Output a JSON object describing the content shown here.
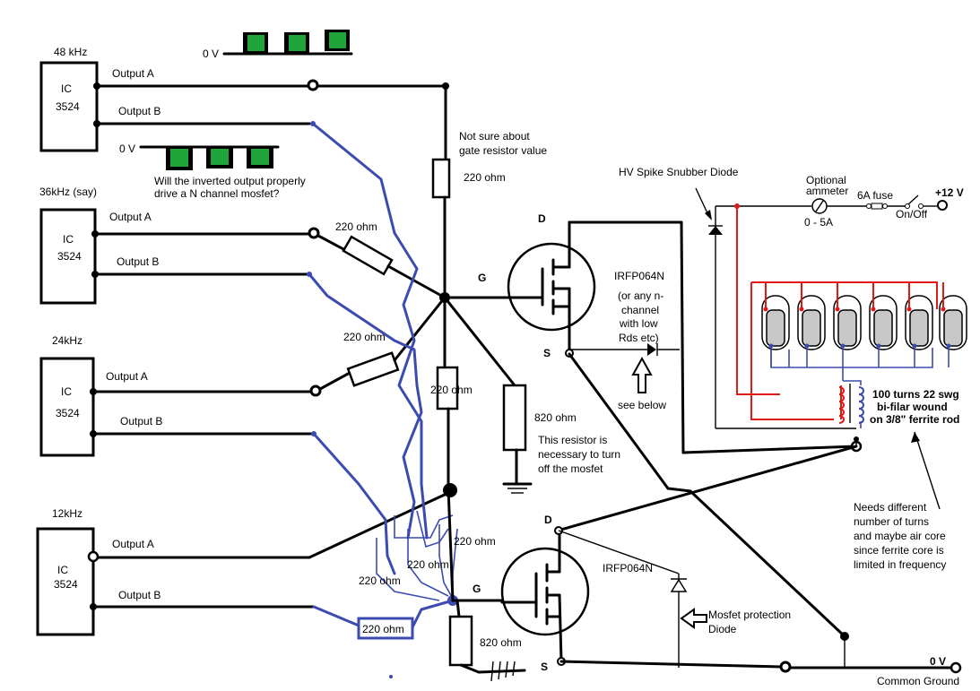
{
  "ics": [
    {
      "freq": "48 kHz",
      "name_line1": "IC",
      "name_line2": "3524",
      "out_a": "Output A",
      "out_b": "Output B"
    },
    {
      "freq": "36kHz (say)",
      "name_line1": "IC",
      "name_line2": "3524",
      "out_a": "Output A",
      "out_b": "Output B"
    },
    {
      "freq": "24kHz",
      "name_line1": "IC",
      "name_line2": "3524",
      "out_a": "Output A",
      "out_b": "Output B"
    },
    {
      "freq": "12kHz",
      "name_line1": "IC",
      "name_line2": "3524",
      "out_a": "Output A",
      "out_b": "Output B"
    }
  ],
  "waveforms": {
    "label_top": "0 V",
    "label_inverted": "0 V",
    "color": "#1fa53a"
  },
  "notes": {
    "inverted_q_line1": "Will the inverted output properly",
    "inverted_q_line2": "drive a N channel mosfet?",
    "gate_res_line1": "Not sure about",
    "gate_res_line2": "gate resistor value",
    "turnoff_line1": "This resistor is",
    "turnoff_line2": "necessary to turn",
    "turnoff_line3": "off the mosfet",
    "see_below": "see below",
    "snubber": "HV Spike Snubber Diode",
    "protection_line1": "Mosfet protection",
    "protection_line2": "Diode",
    "turns_line1": "Needs different",
    "turns_line2": "number of turns",
    "turns_line3": "and maybe air core",
    "turns_line4": "since ferrite core is",
    "turns_line5": "limited in frequency"
  },
  "resistors": {
    "r_top": "220 ohm",
    "r_ic2": "220 ohm",
    "r_ic3": "220 ohm",
    "r_mid": "220 ohm",
    "r_820_top": "820 ohm",
    "r_b1": "220 ohm",
    "r_b2": "220 ohm",
    "r_b3": "220 ohm",
    "r_boxed": "220 ohm",
    "r_820_bottom": "820 ohm"
  },
  "mosfet_top": {
    "part": "IRFP064N",
    "note_line1": "(or any n-",
    "note_line2": "channel",
    "note_line3": "with low",
    "note_line4": "Rds etc)",
    "d": "D",
    "g": "G",
    "s": "S"
  },
  "mosfet_bottom": {
    "part": "IRFP064N",
    "d": "D",
    "g": "G",
    "s": "S"
  },
  "power": {
    "ammeter_line1": "Optional",
    "ammeter_line2": "ammeter",
    "ammeter_range": "0 - 5A",
    "fuse": "6A fuse",
    "switch": "On/Off",
    "supply": "+12 V"
  },
  "coil": {
    "line1": "100 turns 22 swg",
    "line2": "bi-filar wound",
    "line3": "on 3/8\" ferrite rod"
  },
  "ground": {
    "voltage": "0 V",
    "label": "Common Ground"
  },
  "colors": {
    "wire": "#000000",
    "blue": "#3b4bb0",
    "red": "#e01919",
    "green": "#1fa53a"
  }
}
